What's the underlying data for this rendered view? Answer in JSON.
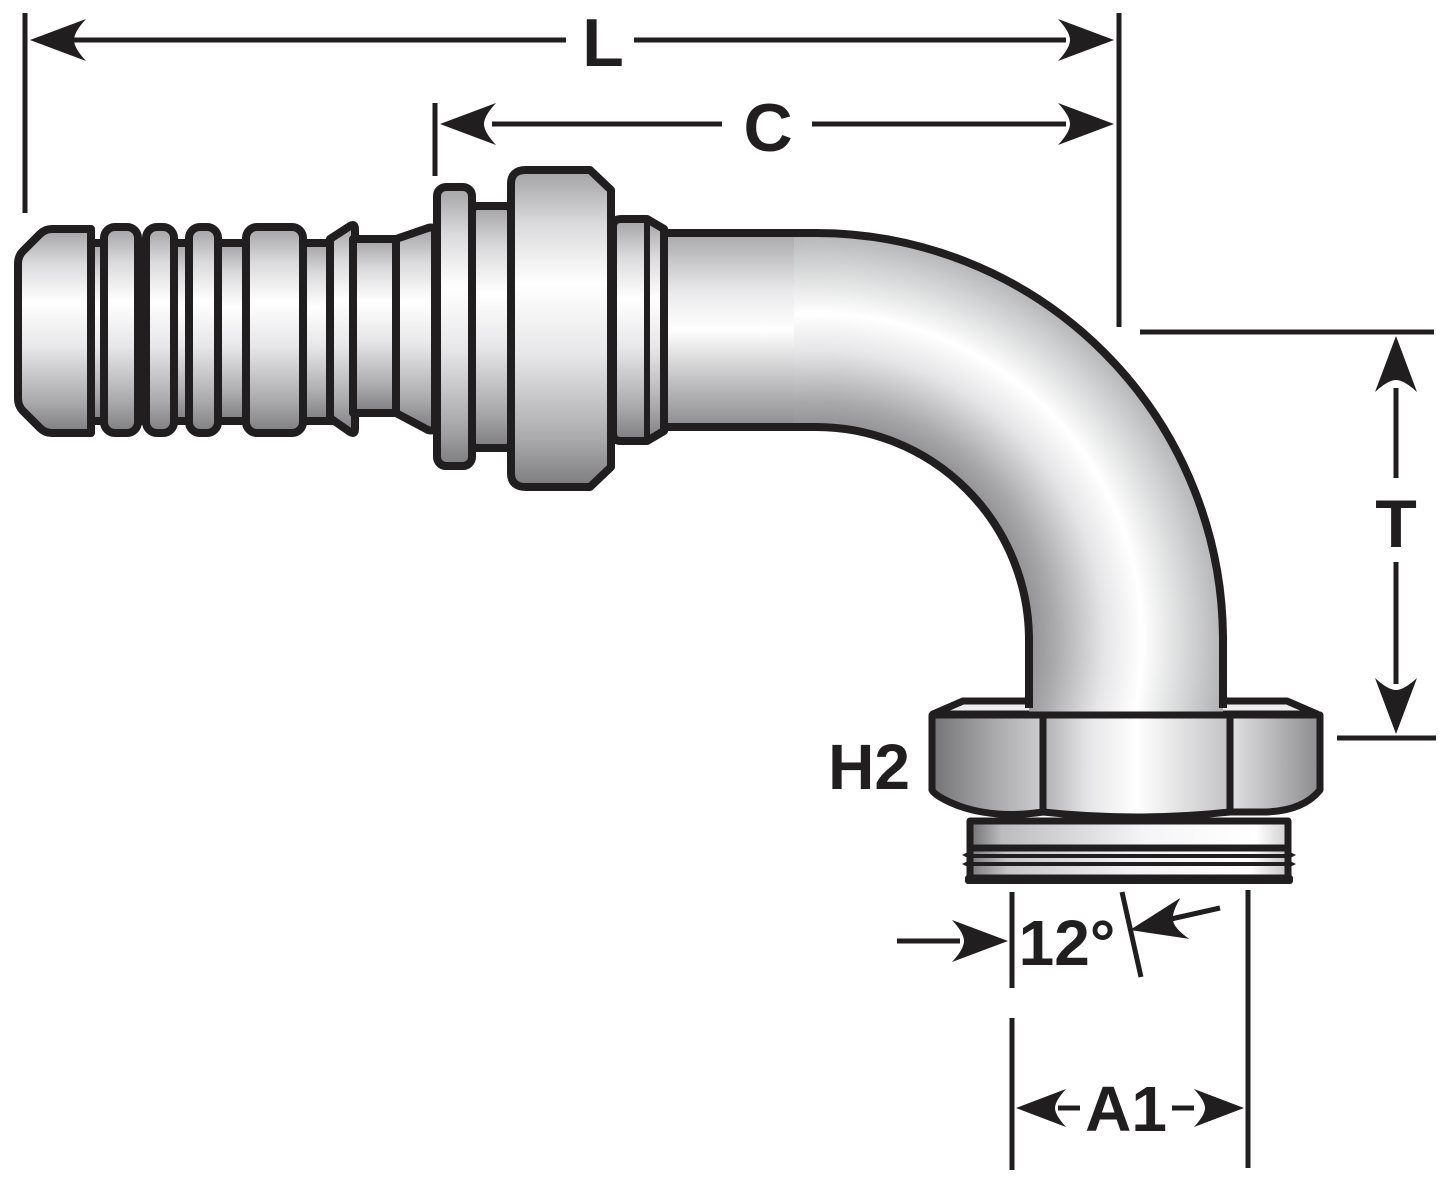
{
  "diagram": {
    "labels": {
      "overall_length": "L",
      "cutoff_length": "C",
      "drop_height": "T",
      "hex_size": "H2",
      "seat_angle": "12°",
      "port_width": "A1"
    },
    "colors": {
      "ink": "#211e1f",
      "background": "#ffffff",
      "metal_highlight": "#ffffff",
      "metal_mid": "#d6d6d8",
      "metal_shadow": "#7d7d7f"
    }
  }
}
